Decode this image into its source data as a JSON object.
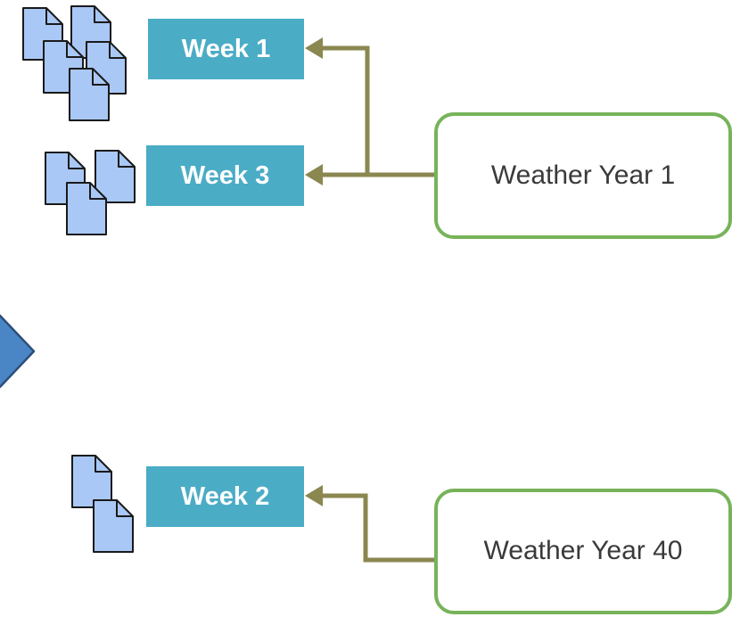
{
  "colors": {
    "week_fill": "#4bacc6",
    "week_text": "#ffffff",
    "weather_border": "#77b35a",
    "weather_text": "#3a3a3a",
    "arrow": "#8a8750",
    "document_fill": "#a9c8f5",
    "document_stroke": "#1a1a1a",
    "chevron_fill": "#4a86c5",
    "chevron_stroke": "#2c4f7a"
  },
  "icons": {
    "document": "document-icon",
    "chevron": "chevron-right-icon",
    "arrow": "arrow-left-icon"
  },
  "weeks": [
    {
      "label": "Week 1"
    },
    {
      "label": "Week 3"
    },
    {
      "label": "Week 2"
    }
  ],
  "weather_years": [
    {
      "label": "Weather Year 1"
    },
    {
      "label": "Weather Year 40"
    }
  ],
  "document_groups": [
    {
      "week": "Week 1",
      "count": 5
    },
    {
      "week": "Week 3",
      "count": 3
    },
    {
      "week": "Week 2",
      "count": 2
    }
  ]
}
